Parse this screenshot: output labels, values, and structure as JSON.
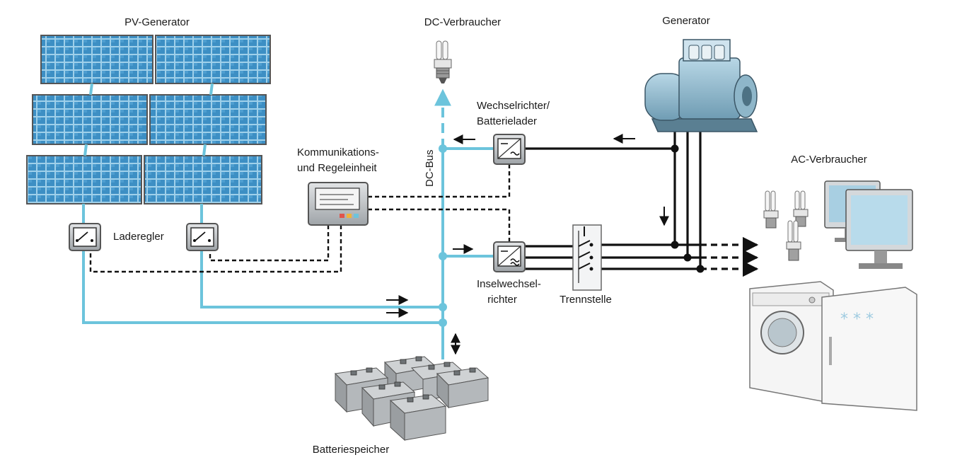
{
  "labels": {
    "pv_generator": "PV-Generator",
    "dc_consumer": "DC-Verbraucher",
    "generator": "Generator",
    "inverter_charger_line1": "Wechselrichter/",
    "inverter_charger_line2": "Batterielader",
    "communication_line1": "Kommunikations-",
    "communication_line2": "und Regeleinheit",
    "dc_bus": "DC-Bus",
    "ac_consumer": "AC-Verbraucher",
    "charge_controller": "Laderegler",
    "island_inverter_line1": "Inselwechsel-",
    "island_inverter_line2": "richter",
    "disconnect": "Trennstelle",
    "battery_storage": "Batteriespeicher"
  },
  "colors": {
    "dc_line": "#6cc4dc",
    "ac_line": "#111111",
    "device_body": "#bfc3c6",
    "solar_cell": "#3d8fc4"
  },
  "icons": {
    "solar_panel": "solar-panel-icon",
    "charge_controller": "switch-box-icon",
    "lamp": "cfl-lamp-icon",
    "generator": "diesel-generator-icon",
    "monitor": "monitor-icon",
    "washer": "washing-machine-icon",
    "fridge": "refrigerator-icon",
    "battery": "battery-icon"
  }
}
